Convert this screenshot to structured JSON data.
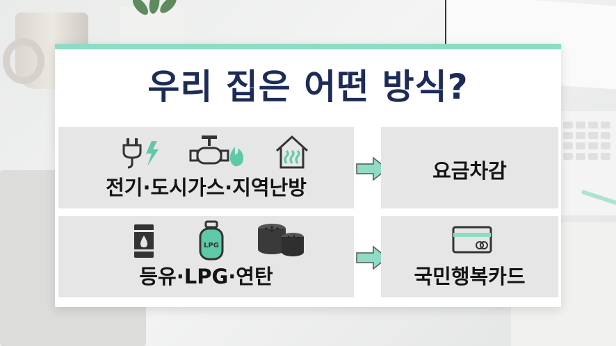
{
  "title": "우리 집은 어떤 방식?",
  "rows": [
    {
      "heating_types": "전기·도시가스·지역난방",
      "support": "요금차감",
      "icons": [
        "plug-lightning-icon",
        "gas-valve-flame-icon",
        "house-heating-icon"
      ]
    },
    {
      "heating_types": "등유·LPG·연탄",
      "support": "국민행복카드",
      "icons": [
        "oil-barrel-icon",
        "lpg-tank-icon",
        "coal-briquette-icon"
      ],
      "lpg_label": "LPG"
    }
  ],
  "colors": {
    "accent": "#8edcc5",
    "title": "#1d2b58",
    "box": "#e6e6e6",
    "icon": "#3a3a3a"
  }
}
